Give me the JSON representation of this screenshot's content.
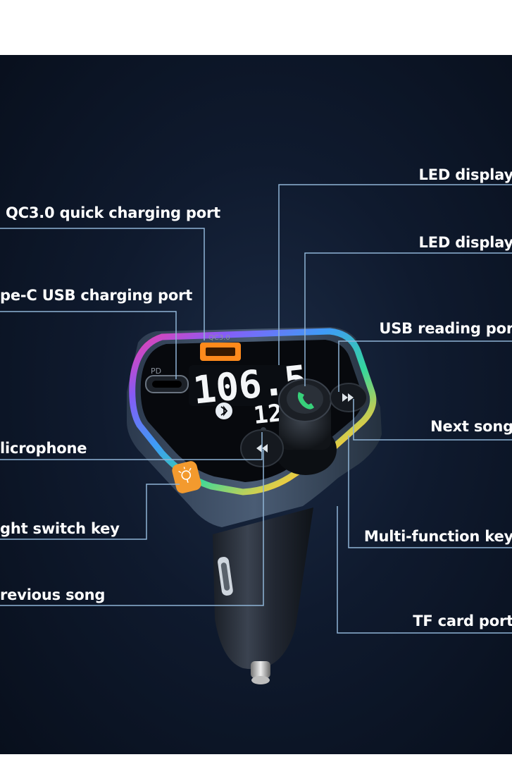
{
  "labels": {
    "qc_port": "QC3.0 quick charging port",
    "typec_port": "pe-C USB charging port",
    "microphone": "licrophone",
    "light_key": "ght switch key",
    "previous_song": "revious song",
    "led_display_1": "LED display",
    "led_display_2": "LED display",
    "usb_reading": "USB reading por",
    "next_song": "Next song",
    "multi_function": "Multi-function key",
    "tf_card": "TF card port"
  },
  "device": {
    "display_top": "106.5",
    "display_bottom": "12.6",
    "port_pd": "PD",
    "port_qc": "QC3.0"
  },
  "colors": {
    "background": "#0c1628",
    "leader_line": "#8fb4d6",
    "label_text": "#ffffff",
    "button_orange": "#f39a2e",
    "call_icon": "#37d07a"
  },
  "icons": [
    "bluetooth-icon",
    "phone-icon",
    "next-track-icon",
    "previous-track-icon",
    "light-bulb-icon"
  ]
}
